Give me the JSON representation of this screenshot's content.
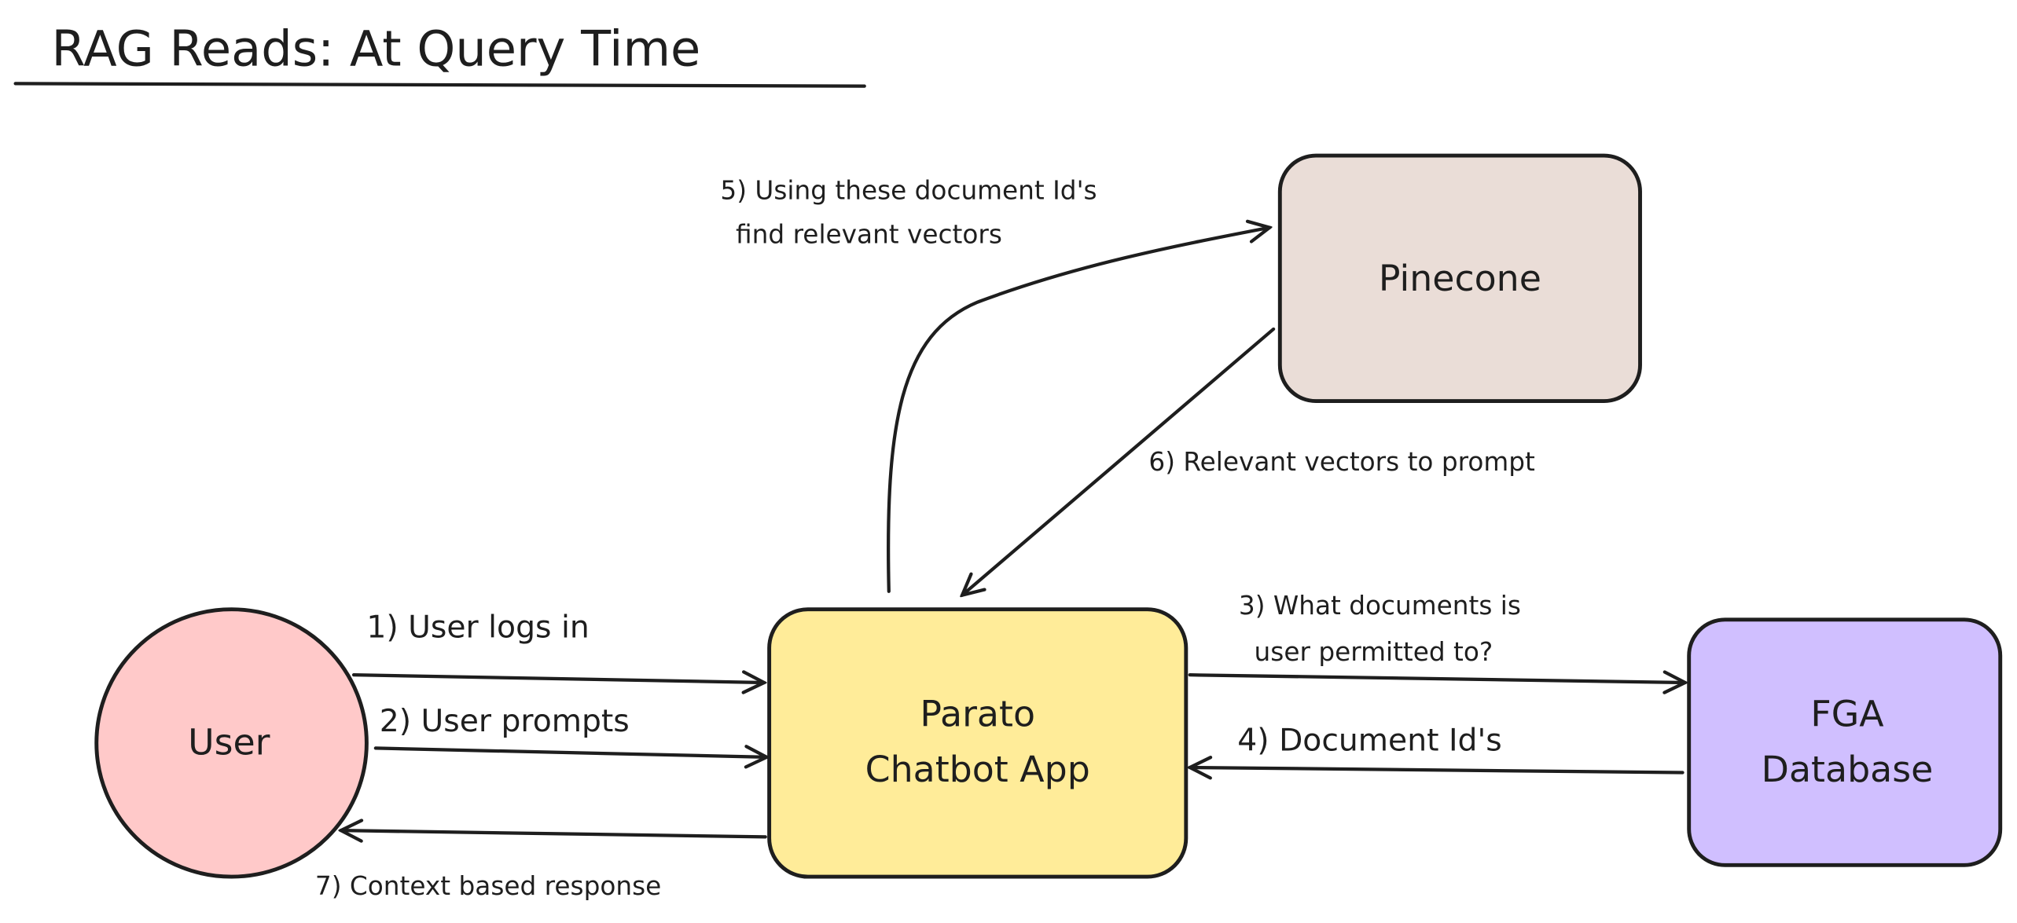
{
  "title": "RAG Reads: At Query Time",
  "nodes": {
    "user": {
      "label": "User",
      "color": "#ffc9c9"
    },
    "chatbot": {
      "line1": "Parato",
      "line2": "Chatbot App",
      "color": "#ffec99"
    },
    "pinecone": {
      "label": "Pinecone",
      "color": "#eaddd7"
    },
    "fga": {
      "line1": "FGA",
      "line2": "Database",
      "color": "#d0bfff"
    }
  },
  "edges": {
    "e1": {
      "label": "1) User logs in"
    },
    "e2": {
      "label": "2) User prompts"
    },
    "e3": {
      "line1": "3) What documents is",
      "line2": "user permitted to?"
    },
    "e4": {
      "label": "4) Document Id's"
    },
    "e5": {
      "line1": "5) Using these document Id's",
      "line2": "find relevant vectors"
    },
    "e6": {
      "label": "6) Relevant vectors to prompt"
    },
    "e7": {
      "label": "7) Context based response"
    }
  }
}
